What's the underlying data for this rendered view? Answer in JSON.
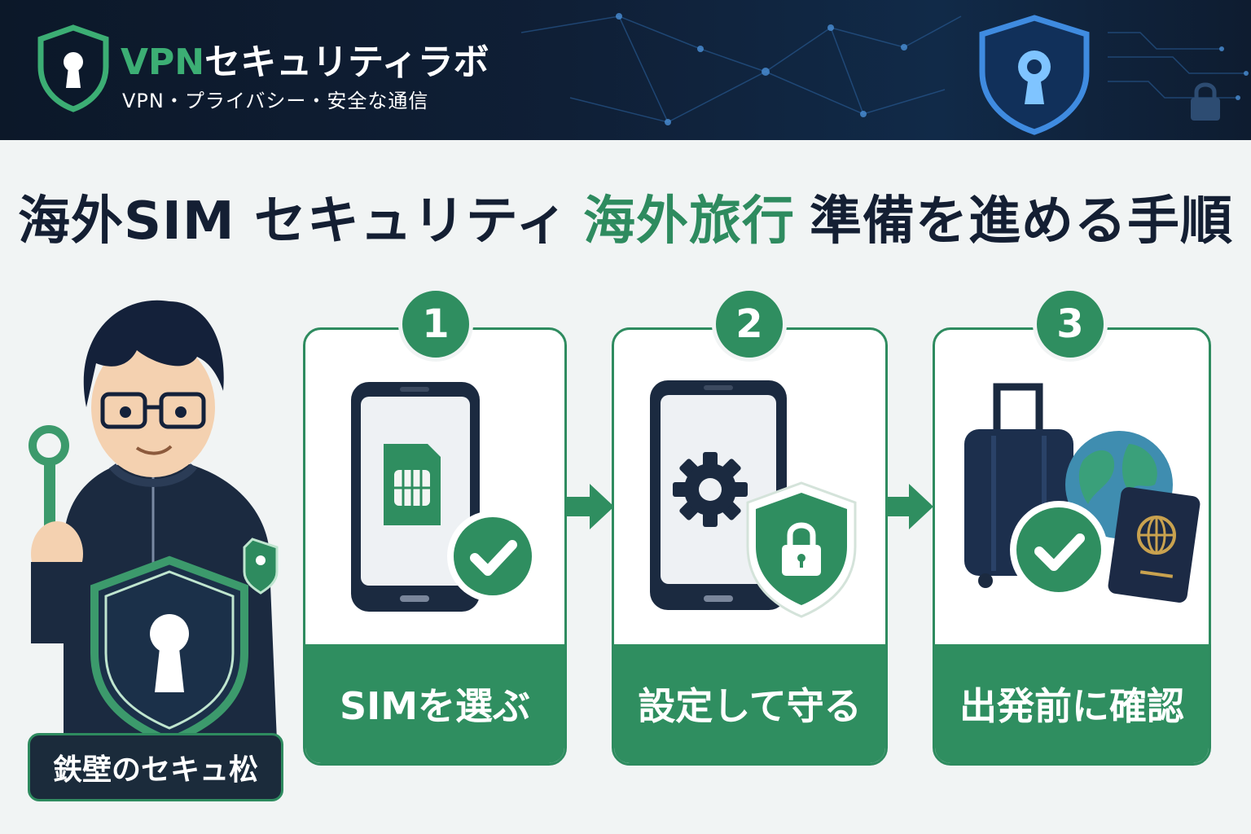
{
  "header": {
    "brand_prefix": "VPN",
    "brand_suffix": "セキュリティラボ",
    "tagline": "VPN・プライバシー・安全な通信",
    "icons": [
      "shield-keyhole-icon",
      "shield-keyhole-icon",
      "lock-icon"
    ]
  },
  "title": {
    "part1": "海外SIM セキュリティ",
    "highlight": "海外旅行",
    "part2": "準備を進める手順"
  },
  "character": {
    "name": "鉄壁のセキュ松",
    "icons": [
      "key-icon",
      "shield-keyhole-icon"
    ]
  },
  "steps": [
    {
      "number": "1",
      "label": "SIMを選ぶ",
      "icons": [
        "smartphone-icon",
        "sim-card-icon",
        "check-icon"
      ]
    },
    {
      "number": "2",
      "label": "設定して守る",
      "icons": [
        "smartphone-icon",
        "gear-icon",
        "shield-lock-icon"
      ]
    },
    {
      "number": "3",
      "label": "出発前に確認",
      "icons": [
        "suitcase-icon",
        "globe-icon",
        "passport-icon",
        "check-icon"
      ]
    }
  ],
  "colors": {
    "accent_green": "#2f8e60",
    "navy": "#141f33",
    "header_bg": "#0f1f36",
    "page_bg": "#f1f4f4"
  }
}
